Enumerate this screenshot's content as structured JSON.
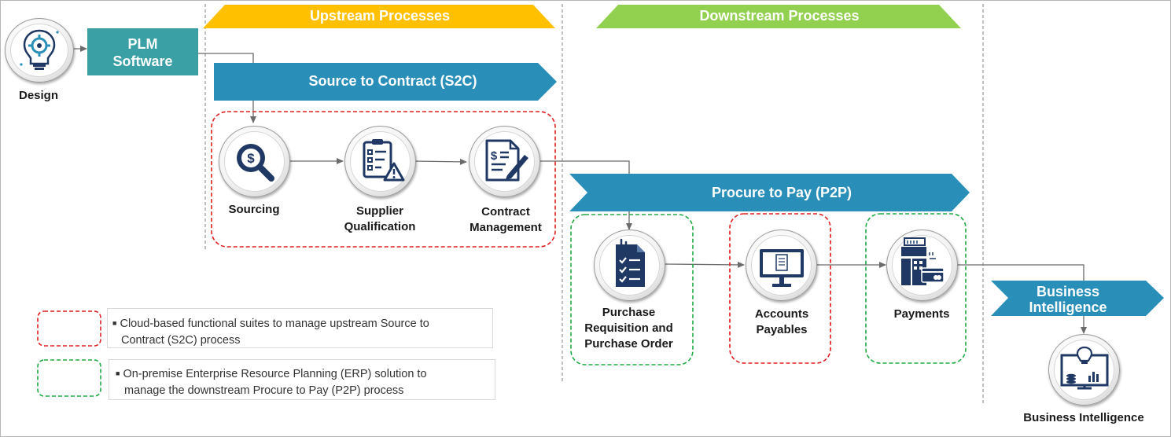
{
  "headers": {
    "upstream": "Upstream Processes",
    "downstream": "Downstream Processes"
  },
  "design": {
    "label": "Design"
  },
  "plm": {
    "line1": "PLM",
    "line2": "Software"
  },
  "s2c": {
    "label": "Source to Contract (S2C)"
  },
  "p2p": {
    "label": "Procure to Pay (P2P)"
  },
  "bi_arrow": {
    "line1": "Business",
    "line2": "Intelligence"
  },
  "steps": {
    "sourcing": "Sourcing",
    "supplier_qualification": [
      "Supplier",
      "Qualification"
    ],
    "contract_management": [
      "Contract",
      "Management"
    ],
    "purchase_req": [
      "Purchase",
      "Requisition and",
      "Purchase Order"
    ],
    "accounts_payables": [
      "Accounts",
      "Payables"
    ],
    "payments": "Payments",
    "business_intelligence": "Business Intelligence"
  },
  "legend": {
    "cloud": [
      "Cloud-based functional suites to manage upstream Source to",
      "Contract (S2C) process"
    ],
    "onprem": [
      "On-premise Enterprise Resource Planning (ERP) solution to",
      "manage the downstream Procure to Pay (P2P) process"
    ]
  },
  "colors": {
    "upstream_yellow": "#FFC000",
    "downstream_green": "#92D050",
    "process_blue": "#2A8FB8",
    "plm_teal": "#3AA0A5",
    "icon_navy": "#1F3864",
    "cloud_border": "#E02020",
    "onprem_border": "#22AA44"
  },
  "icons": [
    "design-bulb-icon",
    "sourcing-dollar-search-icon",
    "supplier-checklist-warning-icon",
    "contract-document-pen-icon",
    "purchase-clipboard-icon",
    "accounts-monitor-icon",
    "payments-register-card-icon",
    "bi-dashboard-bulb-icon"
  ]
}
